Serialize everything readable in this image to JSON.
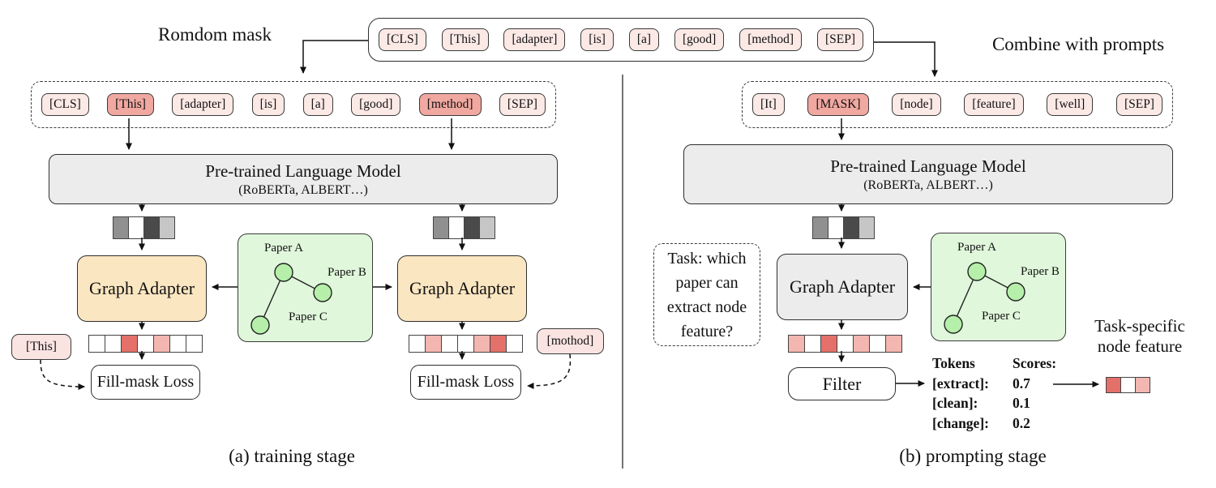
{
  "colors": {
    "box_border": "#2e2e2e",
    "token_light": "#fbe9e6",
    "token_highlight": "#f0a8a1",
    "loss_token_pink": "#fae4e2",
    "plm_fill": "#ececec",
    "adapter_orange": "#fae6c1",
    "adapter_gray": "#ececec",
    "green_box": "#e0f7db",
    "node_green": "#b5efaa",
    "cell_red": "#e4706a",
    "cell_pink": "#f3b6b0"
  },
  "header": {
    "random_mask_label": "Romdom mask",
    "combine_label": "Combine with prompts"
  },
  "top_row": {
    "tokens": [
      "[CLS]",
      "[This]",
      "[adapter]",
      "[is]",
      "[a]",
      "[good]",
      "[method]",
      "[SEP]"
    ]
  },
  "training": {
    "masked_row": {
      "tokens": [
        {
          "text": "[CLS]",
          "highlight": false
        },
        {
          "text": "[This]",
          "highlight": true
        },
        {
          "text": "[adapter]",
          "highlight": false
        },
        {
          "text": "[is]",
          "highlight": false
        },
        {
          "text": "[a]",
          "highlight": false
        },
        {
          "text": "[good]",
          "highlight": false
        },
        {
          "text": "[method]",
          "highlight": true
        },
        {
          "text": "[SEP]",
          "highlight": false
        }
      ]
    },
    "plm": {
      "title": "Pre-trained Language Model",
      "subtitle": "(RoBERTa, ALBERT…)"
    },
    "adapter_left_label": "Graph Adapter",
    "adapter_right_label": "Graph Adapter",
    "loss_left_label": "Fill-mask Loss",
    "loss_right_label": "Fill-mask Loss",
    "loss_token_left": "[This]",
    "loss_token_right": "[mothod]",
    "caption": "(a) training stage"
  },
  "prompting": {
    "prompt_row": {
      "tokens": [
        {
          "text": "[It]",
          "highlight": false
        },
        {
          "text": "[MASK]",
          "highlight": true
        },
        {
          "text": "[node]",
          "highlight": false
        },
        {
          "text": "[feature]",
          "highlight": false
        },
        {
          "text": "[well]",
          "highlight": false
        },
        {
          "text": "[SEP]",
          "highlight": false
        }
      ]
    },
    "plm": {
      "title": "Pre-trained Language Model",
      "subtitle": "(RoBERTa, ALBERT…)"
    },
    "adapter_label": "Graph Adapter",
    "task_box_text": "Task: which paper can extract node feature?",
    "filter_label": "Filter",
    "scores": {
      "col_tokens": "Tokens",
      "col_scores": "Scores:",
      "rows": [
        [
          "[extract]:",
          "0.7"
        ],
        [
          "[clean]:",
          "0.1"
        ],
        [
          "[change]:",
          "0.2"
        ]
      ]
    },
    "task_feature_label_line1": "Task-specific",
    "task_feature_label_line2": "node feature",
    "caption": "(b) prompting stage"
  },
  "graph": {
    "node_a": "Paper A",
    "node_b": "Paper B",
    "node_c": "Paper C"
  },
  "strips": {
    "embed": [
      "#909090",
      "#ffffff",
      "#4a4a4a",
      "#c6c6c6"
    ],
    "train_left_out": [
      "#ffffff",
      "#ffffff",
      "#e4706a",
      "#ffffff",
      "#f3b6b0",
      "#ffffff",
      "#ffffff"
    ],
    "train_right_out": [
      "#ffffff",
      "#f3b6b0",
      "#ffffff",
      "#ffffff",
      "#f3b6b0",
      "#e4706a",
      "#ffffff"
    ],
    "prompt_out": [
      "#f3b6b0",
      "#ffffff",
      "#e4706a",
      "#ffffff",
      "#f3b6b0",
      "#ffffff",
      "#f3b6b0"
    ],
    "task_feature": [
      "#e4706a",
      "#ffffff",
      "#f3b6b0"
    ]
  }
}
